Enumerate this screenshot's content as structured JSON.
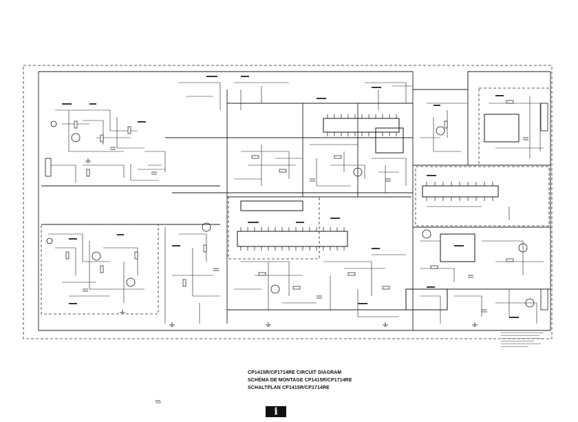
{
  "diagram": {
    "titles": [
      "CP1415R/CP1714RE CIRCUIT DIAGRAM",
      "SCHÉMA DE MONTAGE CP1415R/CP1714RE",
      "SCHALTPLAN CP1415R/CP1714RE"
    ],
    "page_number": "55",
    "badge_glyph": "i",
    "ink_color": "#1a1a1a"
  }
}
